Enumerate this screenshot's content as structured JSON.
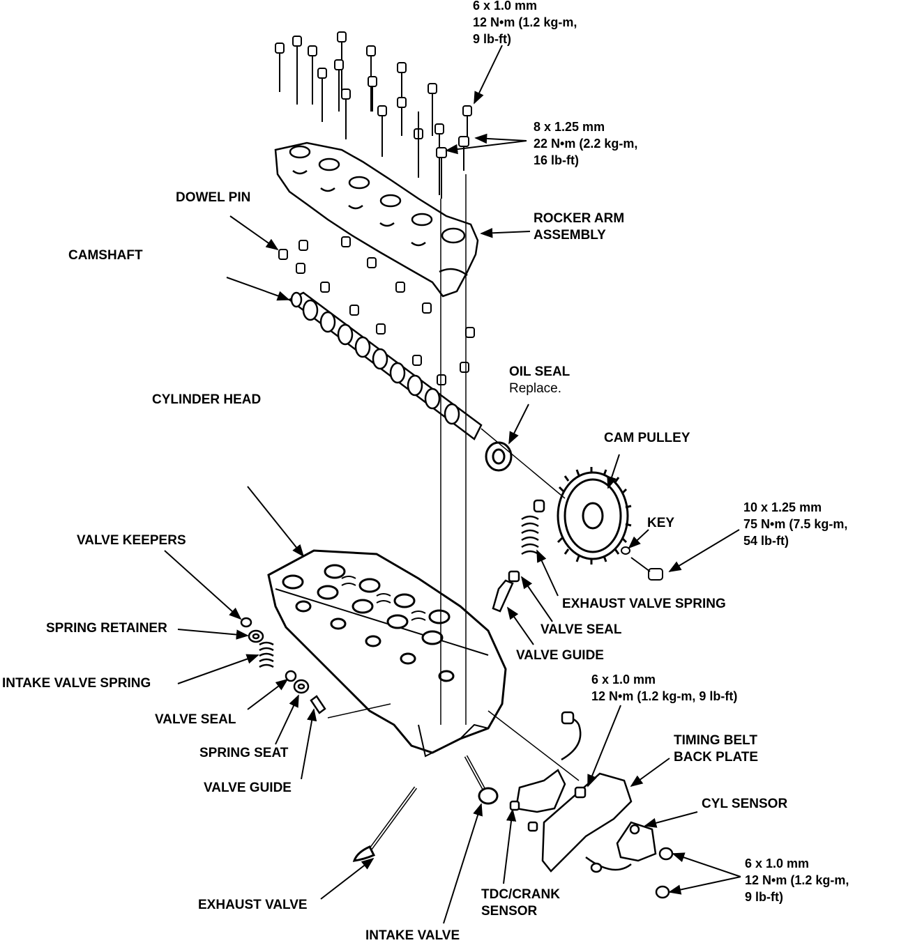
{
  "labels": {
    "dowel_pin": "DOWEL PIN",
    "camshaft": "CAMSHAFT",
    "rocker_arm_assembly": [
      "ROCKER ARM",
      "ASSEMBLY"
    ],
    "cylinder_head": "CYLINDER HEAD",
    "oil_seal": [
      "OIL SEAL",
      "Replace."
    ],
    "cam_pulley": "CAM PULLEY",
    "key": "KEY",
    "valve_keepers": "VALVE KEEPERS",
    "spring_retainer": "SPRING RETAINER",
    "intake_valve_spring": "INTAKE VALVE SPRING",
    "valve_seal_left": "VALVE SEAL",
    "spring_seat": "SPRING SEAT",
    "valve_guide_left": "VALVE GUIDE",
    "exhaust_valve_spring": "EXHAUST VALVE SPRING",
    "valve_seal_right": "VALVE SEAL",
    "valve_guide_right": "VALVE GUIDE",
    "timing_belt_back_plate": [
      "TIMING BELT",
      "BACK PLATE"
    ],
    "cyl_sensor": "CYL SENSOR",
    "exhaust_valve": "EXHAUST VALVE",
    "intake_valve": "INTAKE VALVE",
    "tdc_crank_sensor": [
      "TDC/CRANK",
      "SENSOR"
    ]
  },
  "specs": {
    "top_bolt": [
      "6 x 1.0 mm",
      "12 N•m (1.2 kg-m,",
      "9 lb-ft)"
    ],
    "rocker_bolts": [
      "8 x 1.25 mm",
      "22 N•m (2.2 kg-m,",
      "16 lb-ft)"
    ],
    "pulley_bolt": [
      "10 x 1.25 mm",
      "75 N•m (7.5 kg-m,",
      "54 lb-ft)"
    ],
    "back_plate_bolt": [
      "6 x 1.0 mm",
      "12 N•m (1.2 kg-m, 9 lb-ft)"
    ],
    "sensor_bolts": [
      "6 x 1.0 mm",
      "12 N•m (1.2 kg-m,",
      "9 lb-ft)"
    ]
  },
  "colors": {
    "ink": "#000000",
    "paper": "#ffffff"
  }
}
